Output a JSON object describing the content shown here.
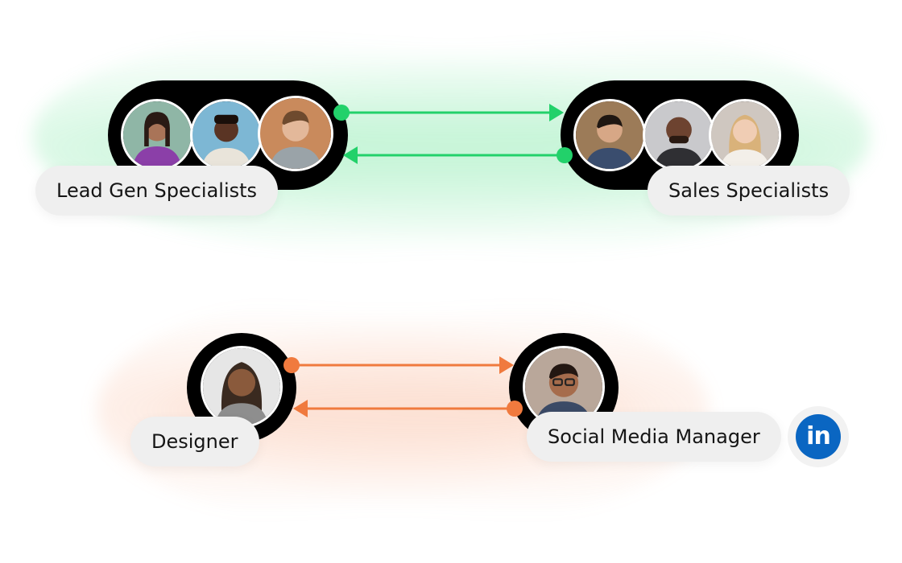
{
  "colors": {
    "green": "#22d16a",
    "orange": "#f07a3e",
    "linkedin": "#0a66c2"
  },
  "groups": {
    "lead_gen": {
      "label": "Lead Gen Specialists"
    },
    "sales": {
      "label": "Sales Specialists"
    },
    "designer": {
      "label": "Designer"
    },
    "social": {
      "label": "Social Media Manager"
    }
  },
  "icons": {
    "linkedin": "in"
  }
}
